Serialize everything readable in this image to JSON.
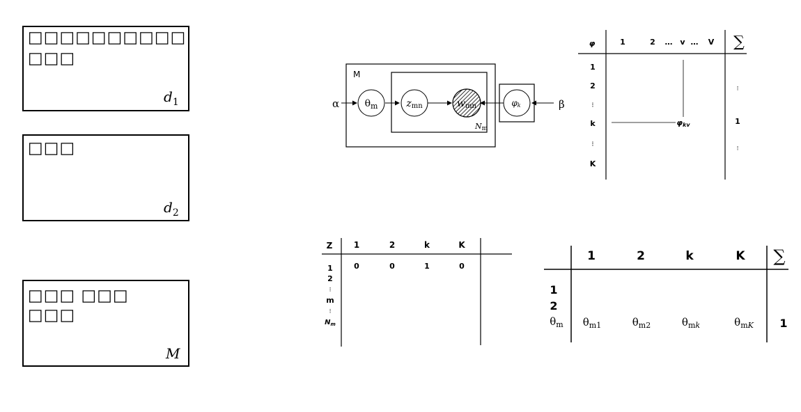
{
  "documents": [
    {
      "label_main": "d",
      "label_sub": "1",
      "row1": "□□□□□□□□□□",
      "row2": "□□□"
    },
    {
      "label_main": "d",
      "label_sub": "2",
      "row1": "□□□",
      "row2": ""
    },
    {
      "label_main": "M",
      "label_sub": "",
      "row1": "□□□ □□□",
      "row2": "□□□"
    }
  ],
  "plate": {
    "outer_label": "M",
    "inner_label_main": "N",
    "inner_label_sub": "m",
    "alpha": "α",
    "beta": "β",
    "theta_main": "θ",
    "theta_sub": "m",
    "z_main": "z",
    "z_sub": "mn",
    "w_main": "w",
    "w_sub": "mn",
    "phi_main": "φ",
    "phi_sub": "k"
  },
  "phi_table": {
    "corner": "φ",
    "cols": [
      "1",
      "2",
      "…",
      "v",
      "…",
      "V"
    ],
    "sum_symbol": "∑",
    "rows": [
      "1",
      "2",
      "⁝",
      "k",
      "⁝",
      "K"
    ],
    "entry_main": "φ",
    "entry_sub": "kv",
    "sums": [
      "⁝",
      "1",
      "⁝"
    ]
  },
  "z_table": {
    "corner": "Z",
    "cols": [
      "1",
      "2",
      "k",
      "K"
    ],
    "values": [
      "0",
      "0",
      "1",
      "0"
    ],
    "rows": [
      "1",
      "2",
      "⁝",
      "m",
      "⁝"
    ],
    "last_row_main": "N",
    "last_row_sub": "m"
  },
  "theta_table": {
    "cols": [
      "1",
      "2",
      "k",
      "K"
    ],
    "sum_symbol": "∑",
    "rows": [
      "1",
      "2"
    ],
    "row_theta_main": "θ",
    "row_theta_sub": "m",
    "cells": [
      {
        "main": "θ",
        "sub": "m1",
        "sub_italic_part": ""
      },
      {
        "main": "θ",
        "sub": "m2",
        "sub_italic_part": ""
      },
      {
        "main": "θ",
        "sub": "m",
        "sub_italic_part": "k"
      },
      {
        "main": "θ",
        "sub": "m",
        "sub_italic_part": "K"
      }
    ],
    "sum_value": "1"
  }
}
